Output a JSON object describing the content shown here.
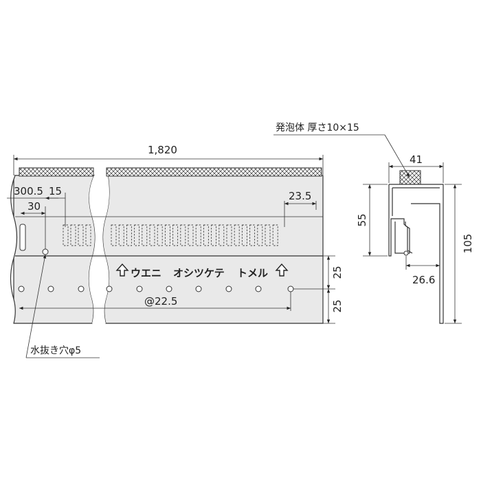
{
  "drawing": {
    "front_view": {
      "dimensions": {
        "total_length": "1,820",
        "end_offset": "300.5",
        "offset_a": "15",
        "offset_b": "30",
        "slot_end": "23.5",
        "hole_pitch": "@22.5",
        "height_upper": "25",
        "height_lower": "25"
      },
      "stamp_text": {
        "word1": "ウエニ",
        "word2": "オシツケテ",
        "word3": "トメル"
      },
      "drain_hole_note": "水抜き穴φ5"
    },
    "section_view": {
      "foam_note": "発泡体 厚さ10×15",
      "dimensions": {
        "width_top": "41",
        "height_lower": "55",
        "height_total": "105",
        "depth": "26.6"
      }
    }
  }
}
